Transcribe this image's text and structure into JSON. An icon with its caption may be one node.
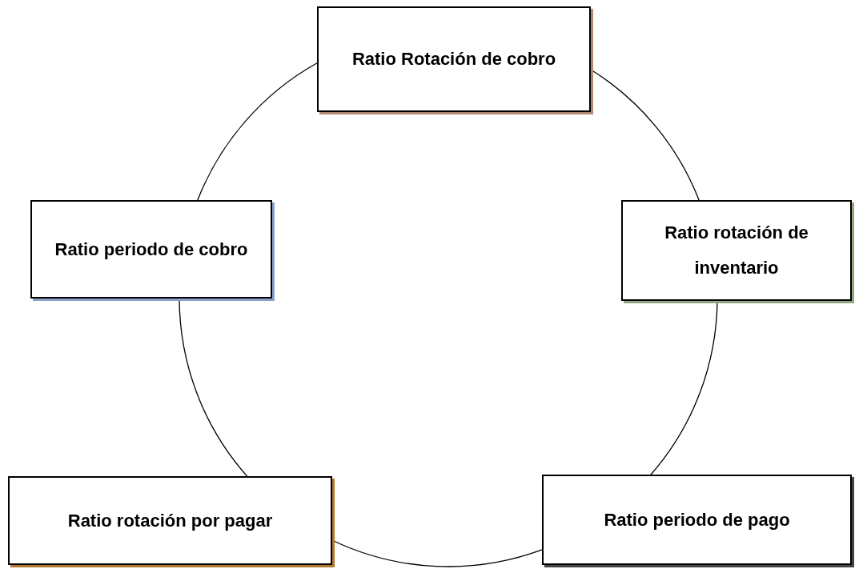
{
  "diagram": {
    "nodes": [
      {
        "text": [
          "Ratio Rotación de cobro"
        ]
      },
      {
        "text": [
          "Ratio periodo de cobro"
        ]
      },
      {
        "text": [
          "Ratio rotación de inventario"
        ]
      },
      {
        "text": [
          "Ratio rotación por pagar"
        ]
      },
      {
        "text": [
          "Ratio periodo de pago"
        ]
      }
    ],
    "edges": [
      {
        "from": 0,
        "to": 2,
        "arrow": "none"
      },
      {
        "from": 2,
        "to": 4,
        "arrow": "none"
      },
      {
        "from": 4,
        "to": 3,
        "arrow": "none"
      },
      {
        "from": 3,
        "to": 1,
        "arrow": "none"
      },
      {
        "from": 1,
        "to": 0,
        "arrow": "none"
      }
    ]
  }
}
